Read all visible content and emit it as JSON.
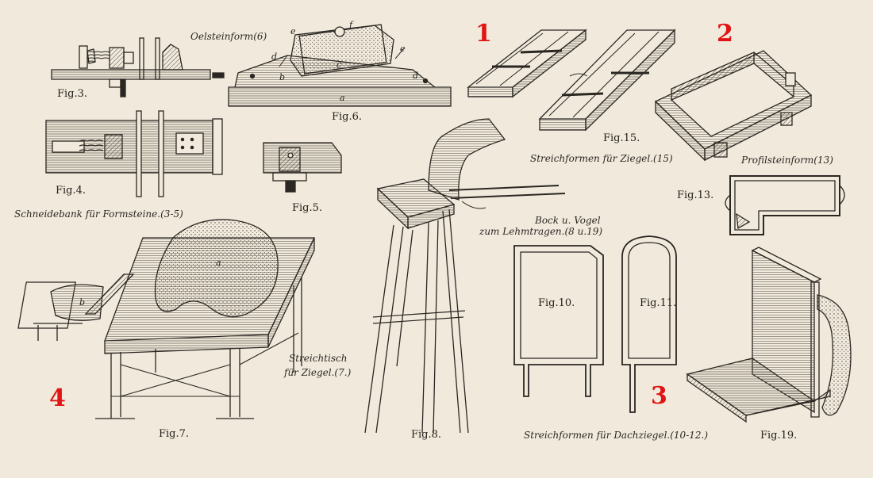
{
  "markers": {
    "m1": "1",
    "m2": "2",
    "m3": "3",
    "m4": "4"
  },
  "captions": {
    "fig3": "Fig.3.",
    "fig4": "Fig.4.",
    "fig5": "Fig.5.",
    "fig6": "Fig.6.",
    "fig7": "Fig.7.",
    "fig8": "Fig.8.",
    "fig10": "Fig.10.",
    "fig11": "Fig.11.",
    "fig13": "Fig.13.",
    "fig15": "Fig.15.",
    "fig19": "Fig.19."
  },
  "labels": {
    "oelsteinform": "Oelsteinform(6)",
    "schneidebank": "Schneidebank für Formsteine.(3-5)",
    "streichformen_ziegel": "Streichformen für Ziegel.(15)",
    "profilsteinform": "Profilsteinform(13)",
    "bock_vogel_1": "Bock u. Vogel",
    "bock_vogel_2": "zum Lehmtragen.(8 u.19)",
    "streichtisch_1": "Streichtisch",
    "streichtisch_2": "für Ziegel.(7.)",
    "streichformen_dachziegel": "Streichformen für Dachziegel.(10-12.)"
  },
  "letters": {
    "a6": "a",
    "b6": "b",
    "c6": "c",
    "d6a": "d",
    "d6b": "d",
    "e6a": "e",
    "e6b": "e",
    "f6": "f",
    "a7": "a",
    "b7": "b"
  },
  "colors": {
    "paper": "#f1eadc",
    "ink": "#2a2622",
    "marker": "#e01414"
  }
}
